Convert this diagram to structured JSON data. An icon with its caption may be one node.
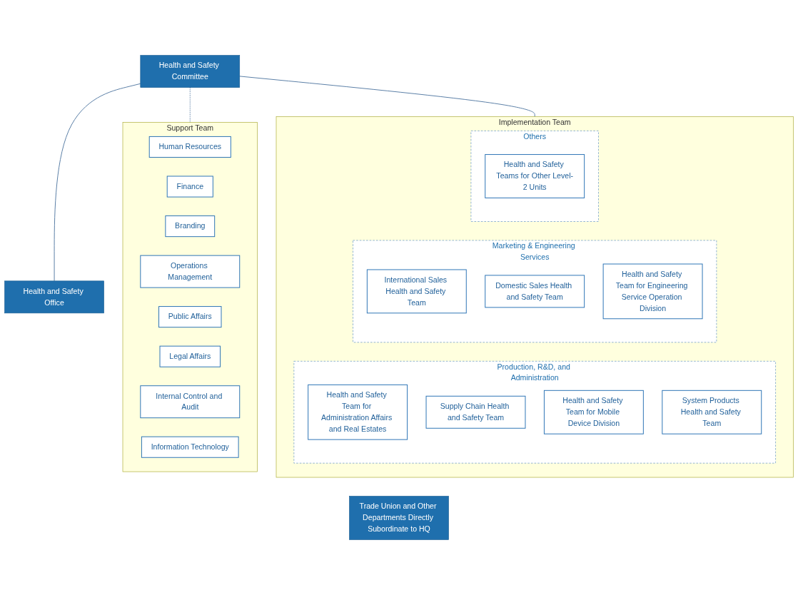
{
  "diagram": {
    "nodes": [
      {
        "text": [
          "Health and Safety Committee"
        ]
      },
      {
        "text": [
          "Health and Safety Office"
        ]
      },
      {
        "text": [
          "Support Team"
        ]
      },
      {
        "text": [
          "Human Resources"
        ],
        "in": 2
      },
      {
        "text": [
          "Finance"
        ],
        "in": 2
      },
      {
        "text": [
          "Branding"
        ],
        "in": 2
      },
      {
        "text": [
          "Operations Management"
        ],
        "in": 2
      },
      {
        "text": [
          "Public Affairs"
        ],
        "in": 2
      },
      {
        "text": [
          "Legal Affairs"
        ],
        "in": 2
      },
      {
        "text": [
          "Internal Control and Audit"
        ],
        "in": 2
      },
      {
        "text": [
          "Information Technology"
        ],
        "in": 2
      },
      {
        "text": [
          "Implementation Team"
        ]
      },
      {
        "text": [
          "Production, R&D, and Administration"
        ],
        "in": 11
      },
      {
        "text": [
          "Health and Safety Team for Administration Affairs and Real Estates"
        ],
        "in": 12
      },
      {
        "text": [
          "Supply Chain Health and Safety Team"
        ],
        "in": 12
      },
      {
        "text": [
          "Health and Safety Team for Mobile Device Division"
        ],
        "in": 12
      },
      {
        "text": [
          "System Products Health and Safety Team"
        ],
        "in": 12
      },
      {
        "text": [
          "Marketing & Engineering Services"
        ],
        "in": 11
      },
      {
        "text": [
          "International Sales Health and Safety Team"
        ],
        "in": 17
      },
      {
        "text": [
          "Domestic Sales Health and Safety Team"
        ],
        "in": 17
      },
      {
        "text": [
          "Health and Safety Team for Engineering Service Operation Division"
        ],
        "in": 17
      },
      {
        "text": [
          "Others"
        ],
        "in": 11
      },
      {
        "text": [
          "Health and Safety Teams for Other Level-2 Units"
        ],
        "in": 21
      },
      {
        "text": [
          "Trade Union and Other Departments Directly Subordinate to HQ"
        ]
      }
    ],
    "edges": [
      {
        "from": 0,
        "to": 1,
        "arrow": "none"
      },
      {
        "from": 0,
        "to": 2,
        "arrow": "none",
        "style": "dashed"
      },
      {
        "from": 0,
        "to": 11,
        "arrow": "none"
      }
    ]
  }
}
